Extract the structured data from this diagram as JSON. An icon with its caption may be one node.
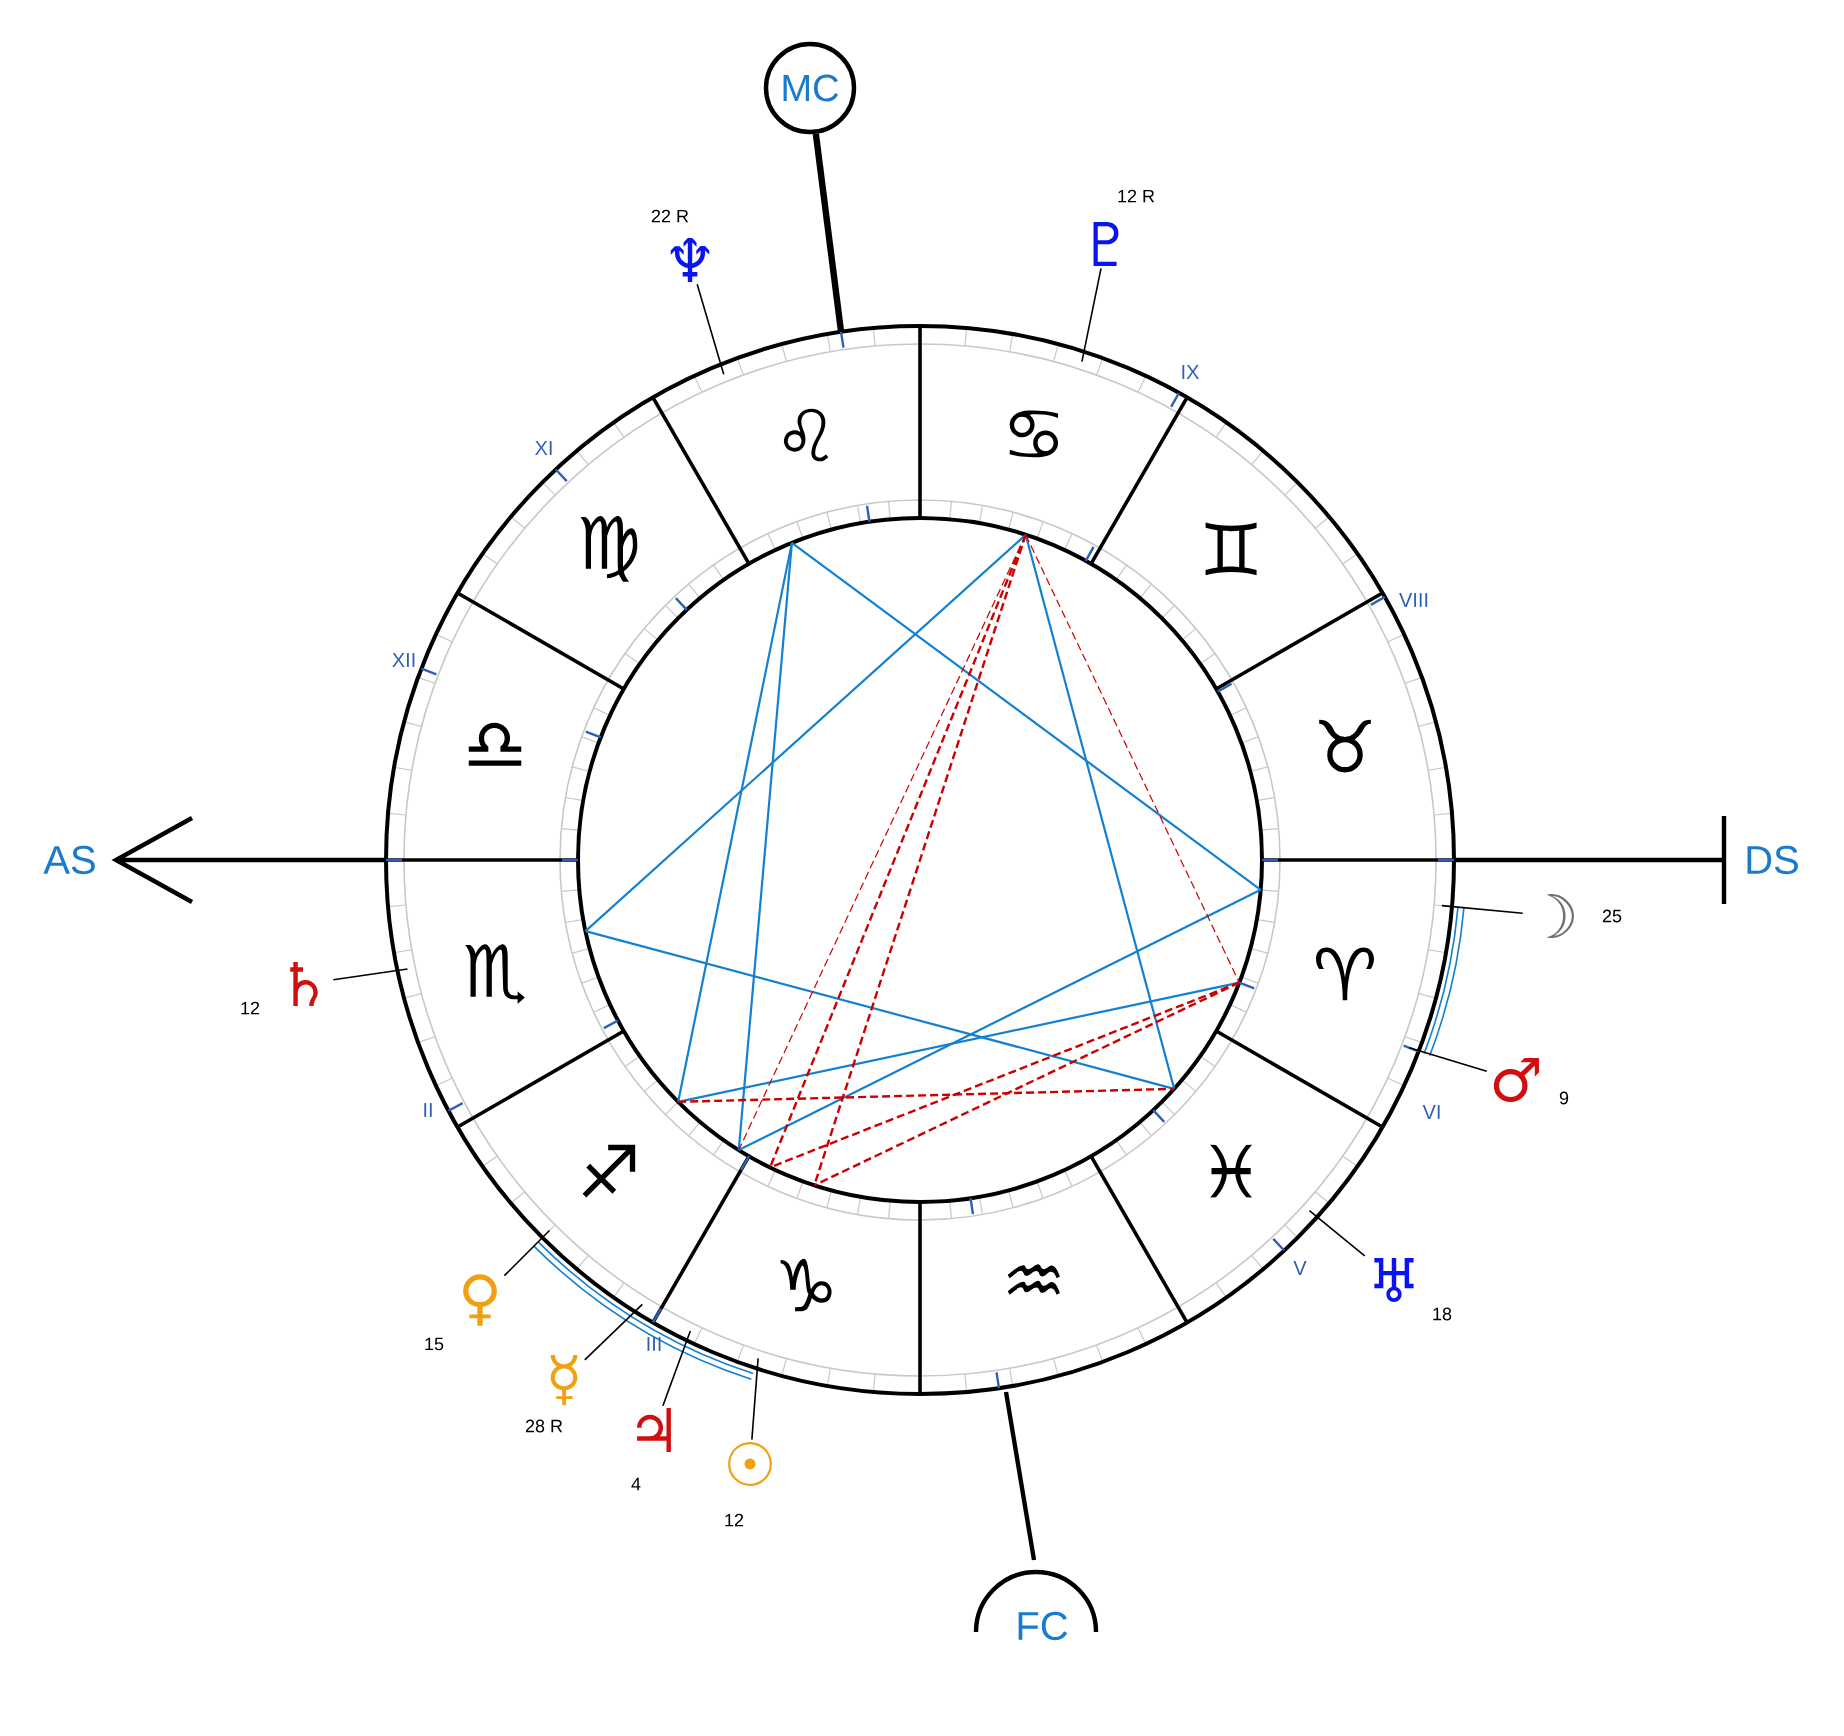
{
  "diagram": {
    "nodes": [
      {
        "text": [
          "MC"
        ]
      },
      {
        "text": [
          "♆"
        ],
        "beside": [
          "22 R"
        ]
      },
      {
        "text": [
          "♇"
        ],
        "beside": [
          "12 R"
        ]
      },
      {
        "text": [
          "☽"
        ],
        "beside": [
          "25"
        ]
      },
      {
        "text": [
          "♄"
        ],
        "beside": [
          "12"
        ]
      },
      {
        "text": [
          "♂"
        ],
        "beside": [
          "9"
        ]
      },
      {
        "text": [
          "♅"
        ],
        "beside": [
          "18"
        ]
      },
      {
        "text": [
          "♀"
        ],
        "beside": [
          "15"
        ]
      },
      {
        "text": [
          "☿"
        ],
        "beside": [
          "28 R"
        ]
      },
      {
        "text": [
          "♃"
        ],
        "beside": [
          "4"
        ]
      },
      {
        "text": [
          "☉"
        ],
        "beside": [
          "12"
        ]
      }
    ],
    "edges": [
      {
        "from": 0,
        "to": null,
        "arrow": "none",
        "style": "thick"
      },
      {
        "from": 1,
        "to": null,
        "arrow": "none"
      },
      {
        "from": 2,
        "to": null,
        "arrow": "none"
      },
      {
        "from": 3,
        "to": null,
        "arrow": "none"
      },
      {
        "from": 4,
        "to": null,
        "arrow": "none"
      },
      {
        "from": 5,
        "to": null,
        "arrow": "none"
      },
      {
        "from": 6,
        "to": null,
        "arrow": "none"
      },
      {
        "from": 7,
        "to": null,
        "arrow": "none"
      },
      {
        "from": 8,
        "to": null,
        "arrow": "none"
      },
      {
        "from": 9,
        "to": null,
        "arrow": "none"
      },
      {
        "from": 10,
        "to": null,
        "arrow": "none"
      }
    ],
    "labels": [
      "IX",
      "XI",
      "♌",
      "♋",
      "♍",
      "♊",
      "VIII",
      "XII",
      "♎",
      "♉",
      "AS",
      "DS",
      "♏",
      "♈",
      "II",
      "VI",
      "♐",
      "♓",
      "♑",
      "♒",
      "V",
      "III",
      "FC"
    ]
  }
}
